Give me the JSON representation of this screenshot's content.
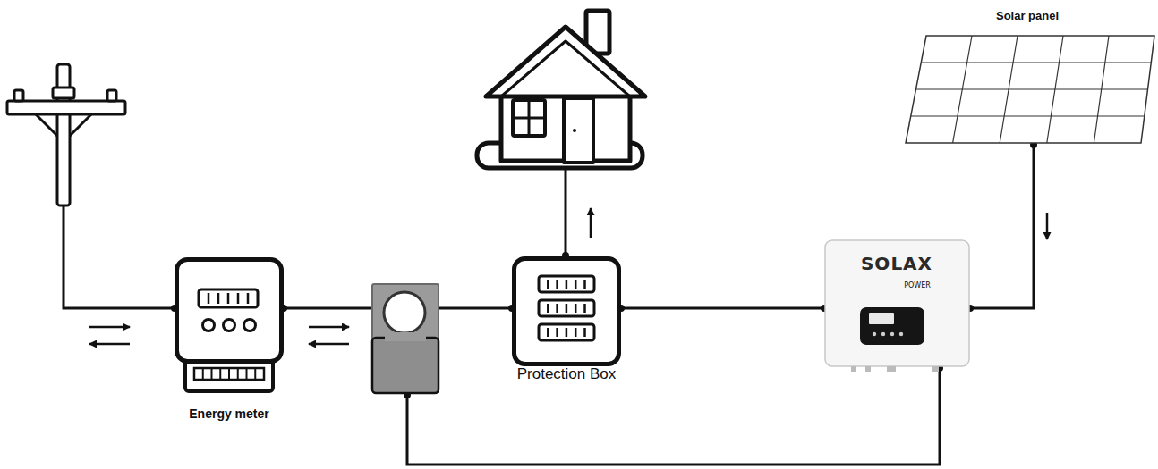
{
  "diagram": {
    "nodes": [
      {
        "text": [
          "Energy meter"
        ]
      },
      {
        "text": [
          "Protection Box"
        ]
      },
      {
        "text": [
          "SOLAX",
          "POWER"
        ]
      },
      {
        "text": [
          "Solar panel"
        ]
      }
    ],
    "edges": [
      {
        "from": 0,
        "to": 1,
        "arrow": "none"
      },
      {
        "from": 1,
        "to": 2,
        "arrow": "none"
      },
      {
        "from": 3,
        "to": 2,
        "arrow": "none"
      }
    ]
  }
}
